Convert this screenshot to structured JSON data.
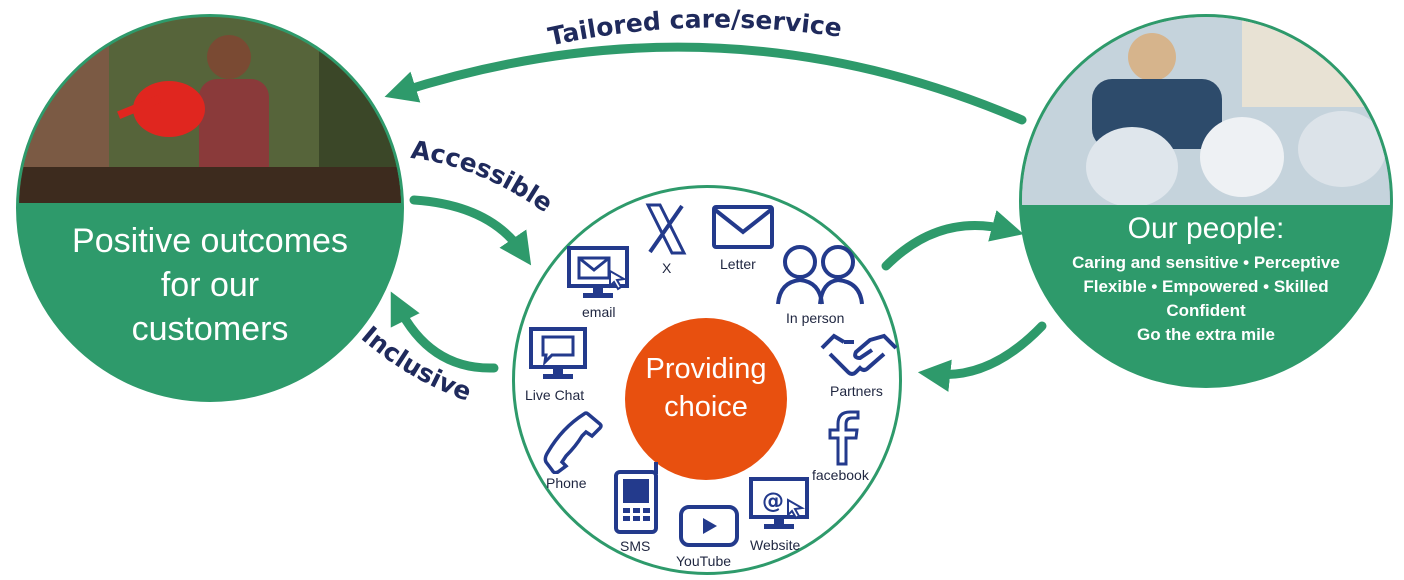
{
  "customer": {
    "lines": [
      "Positive outcomes",
      "for our",
      "customers"
    ]
  },
  "people": {
    "title": "Our people:",
    "lines": [
      "Caring and sensitive • Perceptive",
      "Flexible • Empowered • Skilled",
      "Confident",
      "Go the extra mile"
    ]
  },
  "arrows": {
    "top": "Tailored care/service",
    "accessible": "Accessible",
    "inclusive": "Inclusive"
  },
  "center": {
    "lines": [
      "Providing",
      "choice"
    ]
  },
  "channels": [
    {
      "label": "email",
      "icon": "email-monitor-icon"
    },
    {
      "label": "X",
      "icon": "x-logo-icon"
    },
    {
      "label": "Letter",
      "icon": "envelope-icon"
    },
    {
      "label": "In person",
      "icon": "people-icon"
    },
    {
      "label": "Partners",
      "icon": "handshake-icon"
    },
    {
      "label": "facebook",
      "icon": "facebook-icon"
    },
    {
      "label": "Website",
      "icon": "website-icon"
    },
    {
      "label": "YouTube",
      "icon": "youtube-icon"
    },
    {
      "label": "SMS",
      "icon": "mobile-phone-icon"
    },
    {
      "label": "Phone",
      "icon": "phone-handset-icon"
    },
    {
      "label": "Live Chat",
      "icon": "chat-monitor-icon"
    }
  ],
  "colors": {
    "green": "#2e9a6b",
    "orange": "#e8500f",
    "navy": "#1f2a5c",
    "icon_blue": "#233a8c"
  }
}
